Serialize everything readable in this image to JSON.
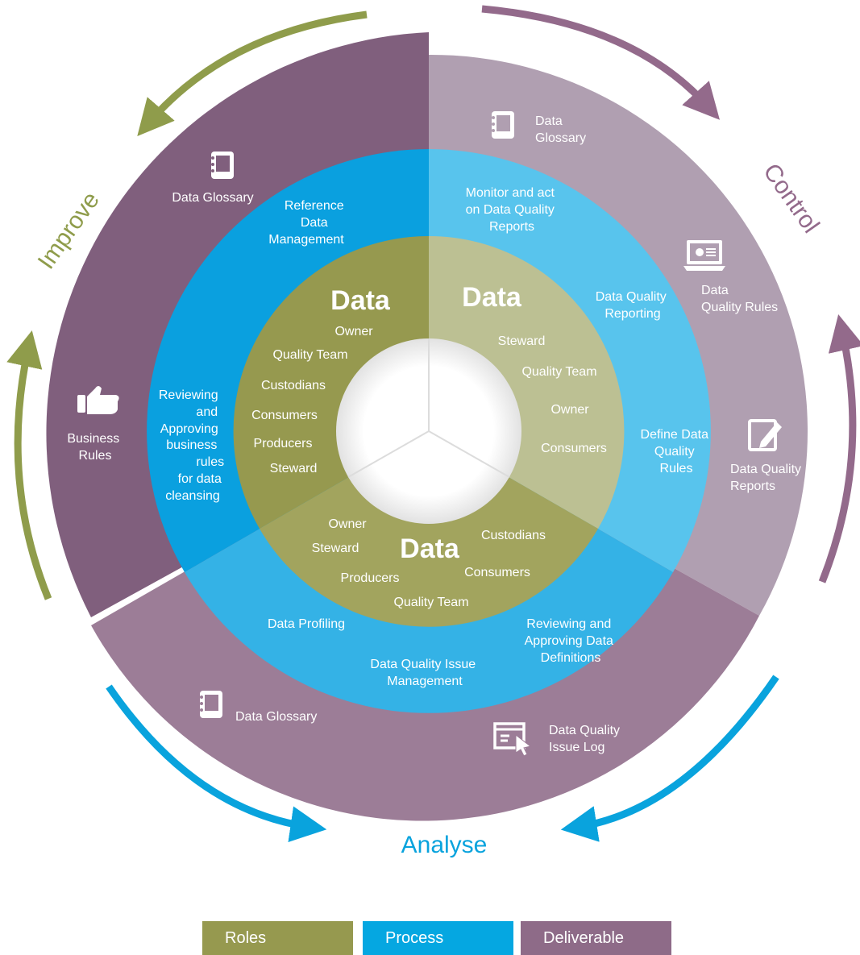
{
  "phases": {
    "improve": "Improve",
    "control": "Control",
    "analyse": "Analyse"
  },
  "center": {
    "top_left_title": "Data",
    "top_right_title": "Data",
    "bottom_title": "Data",
    "top_left_roles": [
      "Owner",
      "Quality Team",
      "Custodians",
      "Consumers",
      "Producers",
      "Steward"
    ],
    "top_right_roles": [
      "Steward",
      "Quality Team",
      "Owner",
      "Consumers"
    ],
    "bottom_roles": [
      "Owner",
      "Steward",
      "Producers",
      "Quality Team",
      "Custodians",
      "Consumers"
    ]
  },
  "processes": {
    "reference_data_management": [
      "Reference",
      "Data",
      "Management"
    ],
    "reviewing_business_rules": [
      "Reviewing",
      "and",
      "Approving",
      "business",
      "rules",
      "for data",
      "cleansing"
    ],
    "monitor_reports": [
      "Monitor and act",
      "on Data Quality",
      "Reports"
    ],
    "dq_reporting": [
      "Data Quality",
      "Reporting"
    ],
    "define_rules": [
      "Define Data",
      "Quality",
      "Rules"
    ],
    "data_profiling": [
      "Data Profiling"
    ],
    "issue_management": [
      "Data Quality Issue",
      "Management"
    ],
    "reviewing_definitions": [
      "Reviewing and",
      "Approving Data",
      "Definitions"
    ]
  },
  "deliverables": {
    "improve_glossary": [
      "Data Glossary"
    ],
    "business_rules": [
      "Business",
      "Rules"
    ],
    "control_glossary": [
      "Data",
      "Glossary"
    ],
    "dq_rules": [
      "Data",
      "Quality Rules"
    ],
    "dq_reports": [
      "Data Quality",
      "Reports"
    ],
    "analyse_glossary": [
      "Data Glossary"
    ],
    "issue_log": [
      "Data Quality",
      "Issue Log"
    ]
  },
  "icons": {
    "glossary": "notebook-icon",
    "business_rules": "thumbs-up-icon",
    "dq_rules": "laptop-icon",
    "dq_reports": "document-pen-icon",
    "issue_log": "window-cursor-icon"
  },
  "legend": {
    "roles": "Roles",
    "process": "Process",
    "deliverable": "Deliverable"
  },
  "colors": {
    "roles": "#96994f",
    "process": "#05a7e1",
    "deliverable": "#8e6b88",
    "improve_arrow": "#8f9c4b",
    "control_arrow": "#936a8b",
    "analyse_arrow": "#09a3dd"
  }
}
